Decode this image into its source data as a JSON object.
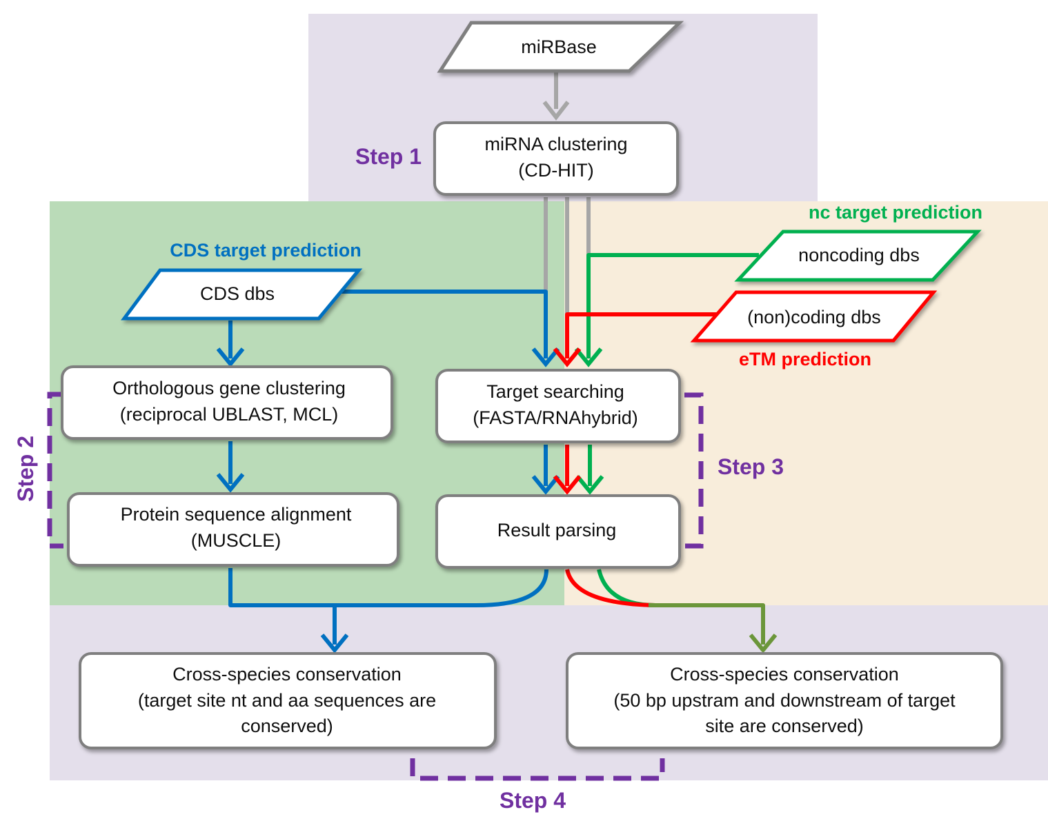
{
  "inputs": {
    "mirbase": "miRBase",
    "cds_dbs": "CDS dbs",
    "noncoding_dbs": "noncoding dbs",
    "noncoding_coding_dbs": "(non)coding dbs"
  },
  "processes": {
    "mirna_clustering": {
      "line1": "miRNA clustering",
      "line2": "(CD-HIT)"
    },
    "ortholog": {
      "line1": "Orthologous gene clustering",
      "line2": "(reciprocal UBLAST, MCL)"
    },
    "protein_align": {
      "line1": "Protein sequence alignment",
      "line2": "(MUSCLE)"
    },
    "target_search": {
      "line1": "Target searching",
      "line2": "(FASTA/RNAhybrid)"
    },
    "result_parsing": {
      "line1": "Result parsing"
    },
    "conservation_cds": {
      "line1": "Cross-species conservation",
      "line2": "(target site nt and aa sequences are",
      "line3": "conserved)"
    },
    "conservation_nc": {
      "line1": "Cross-species conservation",
      "line2": "(50 bp upstram and downstream of target",
      "line3": "site are conserved)"
    }
  },
  "labels": {
    "cds_target": "CDS target prediction",
    "nc_target": "nc target prediction",
    "etm": "eTM prediction"
  },
  "steps": {
    "step1": "Step 1",
    "step2": "Step 2",
    "step3": "Step 3",
    "step4": "Step 4"
  },
  "colors": {
    "panel_purple": "#e4dfeb",
    "panel_green": "#badbb8",
    "panel_beige": "#f8eddb",
    "cds_blue": "#0070c0",
    "nc_green": "#00b050",
    "etm_red": "#ff0000",
    "step_purple": "#7030a0",
    "gray": "#a6a6a6",
    "olive": "#6b963a"
  }
}
